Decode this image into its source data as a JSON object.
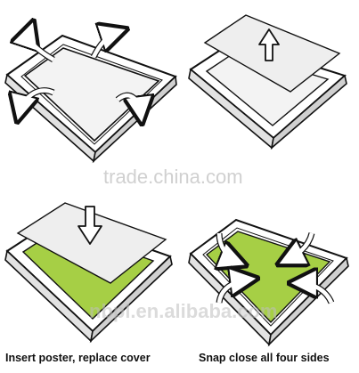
{
  "captions": {
    "left": "Insert poster, replace cover",
    "right": "Snap close all four sides"
  },
  "watermarks": {
    "top": "trade.china.com",
    "bottom": "nbpl.en.alibaba.com"
  },
  "colors": {
    "poster_green": "#a6cf45",
    "frame_face": "#ffffff",
    "frame_side": "#d9d9d9",
    "cover_sheet": "#eeeeee",
    "outline": "#111111"
  }
}
